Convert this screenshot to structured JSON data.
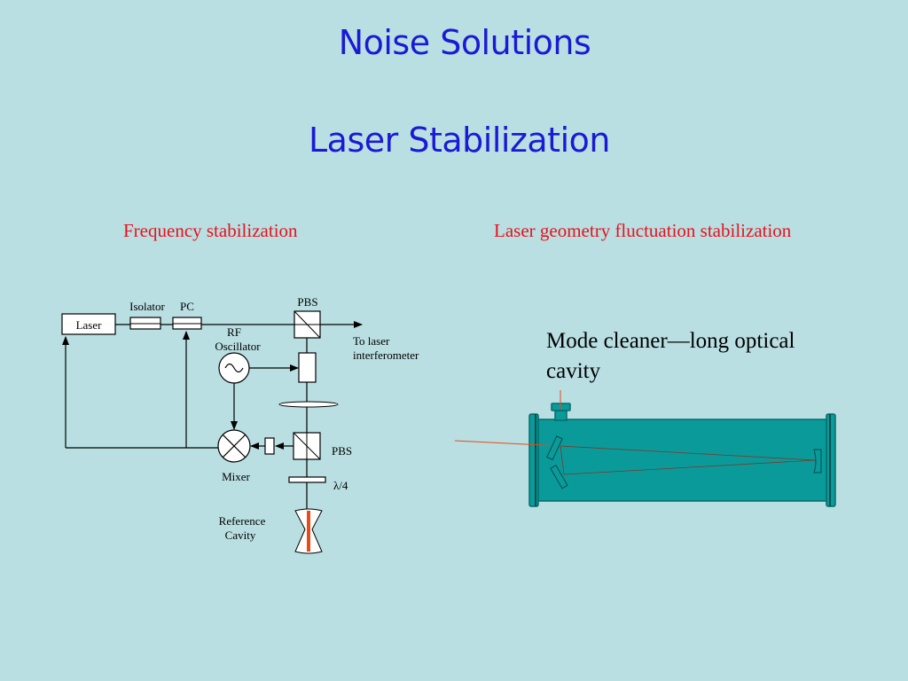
{
  "slide": {
    "title": "Noise Solutions",
    "subtitle": "Laser Stabilization"
  },
  "left_section": {
    "heading": "Frequency stabilization",
    "labels": {
      "laser": "Laser",
      "isolator": "Isolator",
      "pc": "PC",
      "pbs_top": "PBS",
      "rf_line1": "RF",
      "rf_line2": "Oscillator",
      "to_laser_line1": "To laser",
      "to_laser_line2": "interferometer",
      "pbs_bottom": "PBS",
      "mixer": "Mixer",
      "lambda4": "λ/4",
      "ref_line1": "Reference",
      "ref_line2": "Cavity"
    }
  },
  "right_section": {
    "heading": "Laser geometry fluctuation stabilization",
    "caption": "Mode cleaner—long optical cavity"
  },
  "colors": {
    "background": "#b9dfe2",
    "title": "#1a1ad6",
    "heading": "#e8121b",
    "cavity": "#0b9a9a",
    "beam": "#e84a1a"
  }
}
